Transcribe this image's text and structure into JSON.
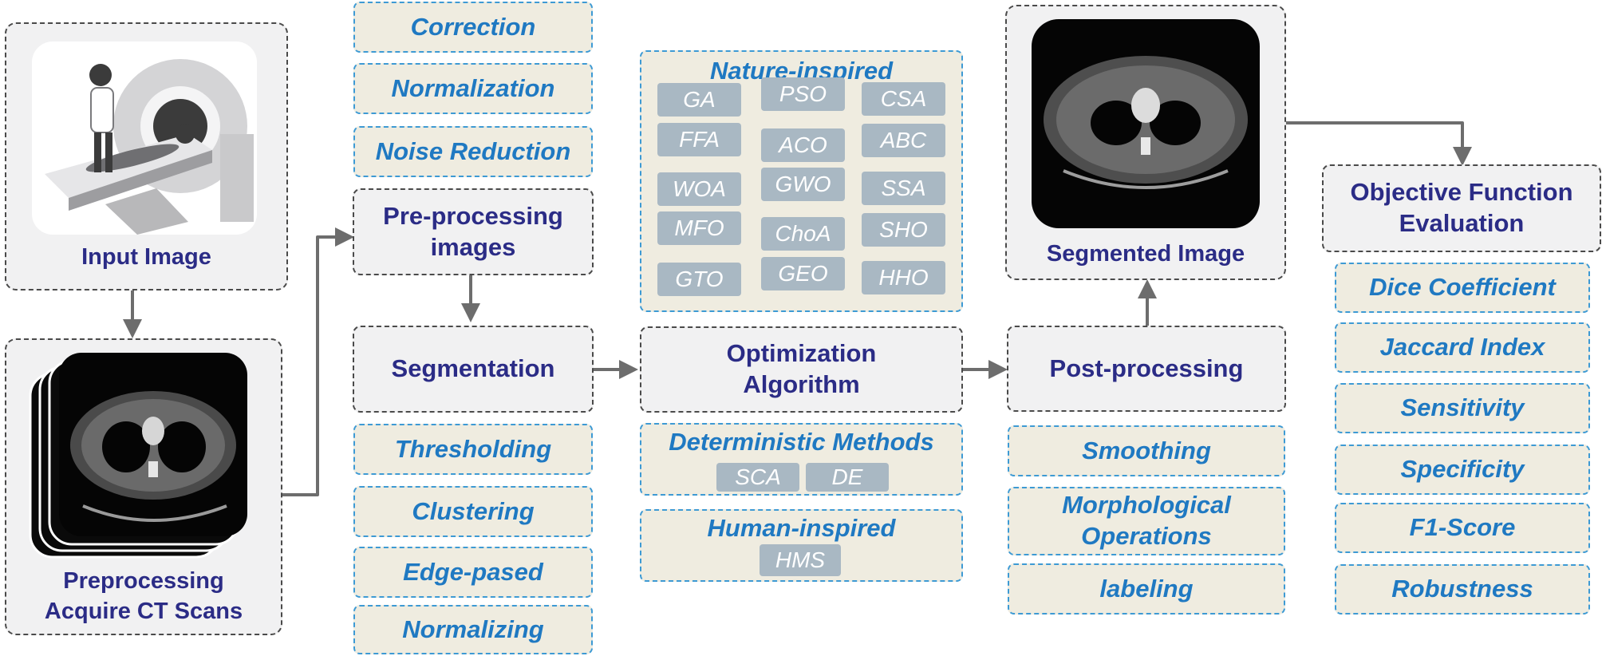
{
  "input_image": {
    "label": "Input Image"
  },
  "ct_scans": {
    "label_line1": "Preprocessing",
    "label_line2": "Acquire CT Scans"
  },
  "preprocessing_steps": [
    "Correction",
    "Normalization",
    "Noise Reduction"
  ],
  "preprocessing": {
    "label_line1": "Pre-processing",
    "label_line2": "images"
  },
  "segmentation": {
    "label": "Segmentation"
  },
  "segmentation_methods": [
    "Thresholding",
    "Clustering",
    "Edge-pased",
    "Normalizing"
  ],
  "nature_inspired": {
    "title": "Nature-inspired",
    "algorithms": [
      "GA",
      "PSO",
      "CSA",
      "FFA",
      "ACO",
      "ABC",
      "WOA",
      "GWO",
      "SSA",
      "MFO",
      "ChoA",
      "SHO",
      "GTO",
      "GEO",
      "HHO"
    ]
  },
  "optimization": {
    "label_line1": "Optimization",
    "label_line2": "Algorithm"
  },
  "deterministic": {
    "title": "Deterministic Methods",
    "algorithms": [
      "SCA",
      "DE"
    ]
  },
  "human_inspired": {
    "title": "Human-inspired",
    "algorithms": [
      "HMS"
    ]
  },
  "segmented_image": {
    "label": "Segmented Image"
  },
  "post_processing": {
    "label": "Post-processing"
  },
  "post_processing_steps": [
    {
      "line1": "Smoothing",
      "line2": ""
    },
    {
      "line1": "Morphological",
      "line2": "Operations"
    },
    {
      "line1": "labeling",
      "line2": ""
    }
  ],
  "objective": {
    "label_line1": "Objective Function",
    "label_line2": "Evaluation"
  },
  "metrics": [
    "Dice Coefficient",
    "Jaccard Index",
    "Sensitivity",
    "Specificity",
    "F1-Score",
    "Robustness"
  ],
  "colors": {
    "title_blue": "#2b2c86",
    "sub_blue": "#1f79c2",
    "gray_box": "#f1f1f2",
    "beige_box": "#efece0",
    "chip": "#a9b8c3",
    "arrow": "#6d6d6d"
  }
}
